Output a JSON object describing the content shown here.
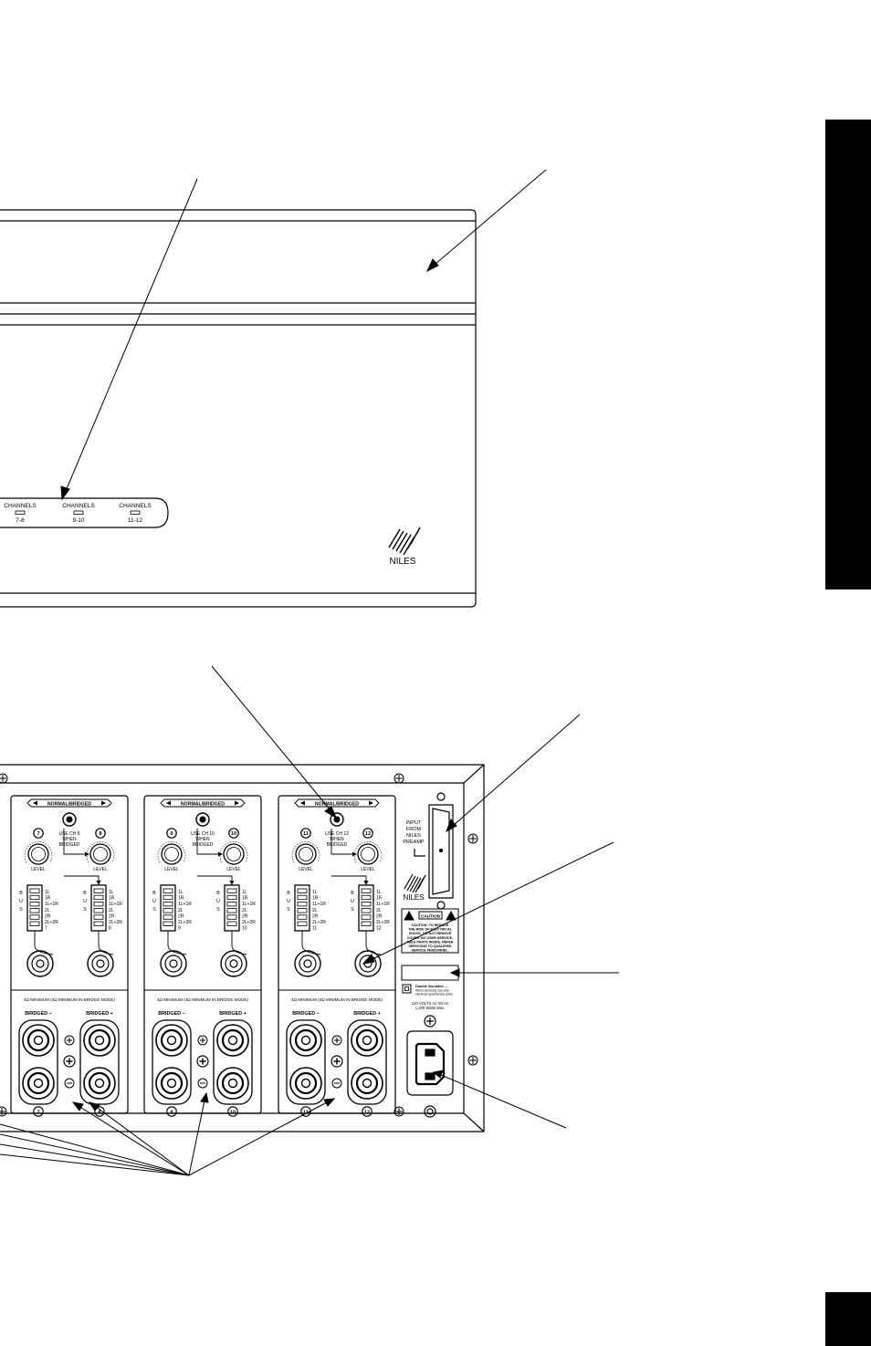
{
  "front_panel": {
    "indicators": [
      {
        "header": "CHANNELS",
        "range": "7-8"
      },
      {
        "header": "CHANNELS",
        "range": "9-10"
      },
      {
        "header": "CHANNELS",
        "range": "11-12"
      }
    ],
    "brand": "NILES"
  },
  "rear_panel": {
    "modules": [
      {
        "mode_label": "NORMAL/BRIDGED",
        "bridge_note": [
          "USE CH 8",
          "WHEN",
          "BRIDGED"
        ],
        "channels": [
          "7",
          "8"
        ],
        "level_label": "LEVEL",
        "bus_label": [
          "B",
          "U",
          "S"
        ],
        "bus_left": [
          "1L",
          "1R",
          "1L+1R",
          "2L",
          "2R",
          "2L+2R",
          "7"
        ],
        "bus_right": [
          "1L",
          "1R",
          "1L+1R",
          "2L",
          "2R",
          "2L+2R",
          "8"
        ],
        "impedance": "4Ω MINIMUM (4Ω MINIMUM IN BRIDGE MODE)",
        "bridged_minus": "BRIDGED −",
        "bridged_plus": "BRIDGED +"
      },
      {
        "mode_label": "NORMAL/BRIDGED",
        "bridge_note": [
          "USE CH 10",
          "WHEN",
          "BRIDGED"
        ],
        "channels": [
          "9",
          "10"
        ],
        "level_label": "LEVEL",
        "bus_label": [
          "B",
          "U",
          "S"
        ],
        "bus_left": [
          "1L",
          "1R",
          "1L+1R",
          "2L",
          "2R",
          "2L+2R",
          "9"
        ],
        "bus_right": [
          "1L",
          "1R",
          "1L+1R",
          "2L",
          "2R",
          "2L+2R",
          "10"
        ],
        "impedance": "4Ω MINIMUM (4Ω MINIMUM IN BRIDGE MODE)",
        "bridged_minus": "BRIDGED −",
        "bridged_plus": "BRIDGED +"
      },
      {
        "mode_label": "NORMAL/BRIDGED",
        "bridge_note": [
          "USE CH 12",
          "WHEN",
          "BRIDGED"
        ],
        "channels": [
          "11",
          "12"
        ],
        "level_label": "LEVEL",
        "bus_label": [
          "B",
          "U",
          "S"
        ],
        "bus_left": [
          "1L",
          "1R",
          "1L+1R",
          "2L",
          "2R",
          "2L+2R",
          "11"
        ],
        "bus_right": [
          "1L",
          "1R",
          "1L+1R",
          "2L",
          "2R",
          "2L+2R",
          "12"
        ],
        "impedance": "4Ω MINIMUM (4Ω MINIMUM IN BRIDGE MODE)",
        "bridged_minus": "BRIDGED −",
        "bridged_plus": "BRIDGED +"
      }
    ],
    "input_label": [
      "INPUT",
      "FROM",
      "NILES",
      "PREAMP"
    ],
    "brand": "NILES",
    "caution_title": "CAUTION",
    "caution_text": [
      "CAUTION: TO REDUCE",
      "THE RISK OF ELECTRICAL",
      "SHOCK, DO NOT REMOVE",
      "COVER. NO USER-SERVICE-",
      "ABLE PARTS INSIDE. REFER",
      "SERVICING TO QUALIFIED",
      "SERVICE PERSONNEL."
    ],
    "insulation_text": [
      "Double Insulated —",
      "When servicing use only",
      "identical replacement parts."
    ],
    "power_rating": [
      "120 VOLTS AC 60 Hz",
      "1,200 Watts Max."
    ]
  },
  "colors": {
    "ink": "#000000",
    "paper": "#ffffff"
  }
}
